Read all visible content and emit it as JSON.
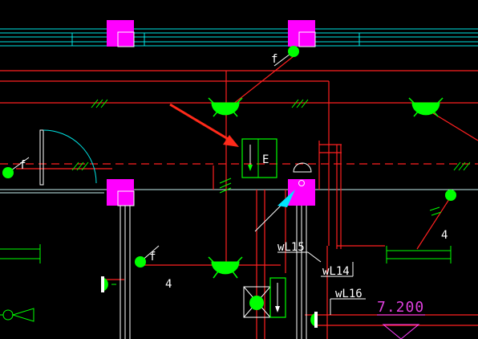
{
  "colors": {
    "background": "#000000",
    "wall": "#00e5e5",
    "wall_light": "#c8f0f0",
    "wiring": "#ff2020",
    "device": "#00ff00",
    "column": "#ff00ff",
    "dimension": "#ff40ff",
    "arrow_red": "#ff2a1a",
    "arrow_cyan": "#00e5ff",
    "text": "#ffffff"
  },
  "labels": {
    "f_1": "f",
    "f_2": "f",
    "f_3": "f",
    "n_4a": "4",
    "n_4b": "4",
    "box_e": "E",
    "wl15": "wL15",
    "wl14": "wL14",
    "wl16": "wL16",
    "elevation": "7.200"
  },
  "icons": [
    "column-icon",
    "ceiling-lamp-icon",
    "switch-dot-icon",
    "distribution-box-icon",
    "exhaust-fan-icon",
    "door-swing-icon",
    "annotation-arrow-icon",
    "horn-speaker-icon"
  ]
}
